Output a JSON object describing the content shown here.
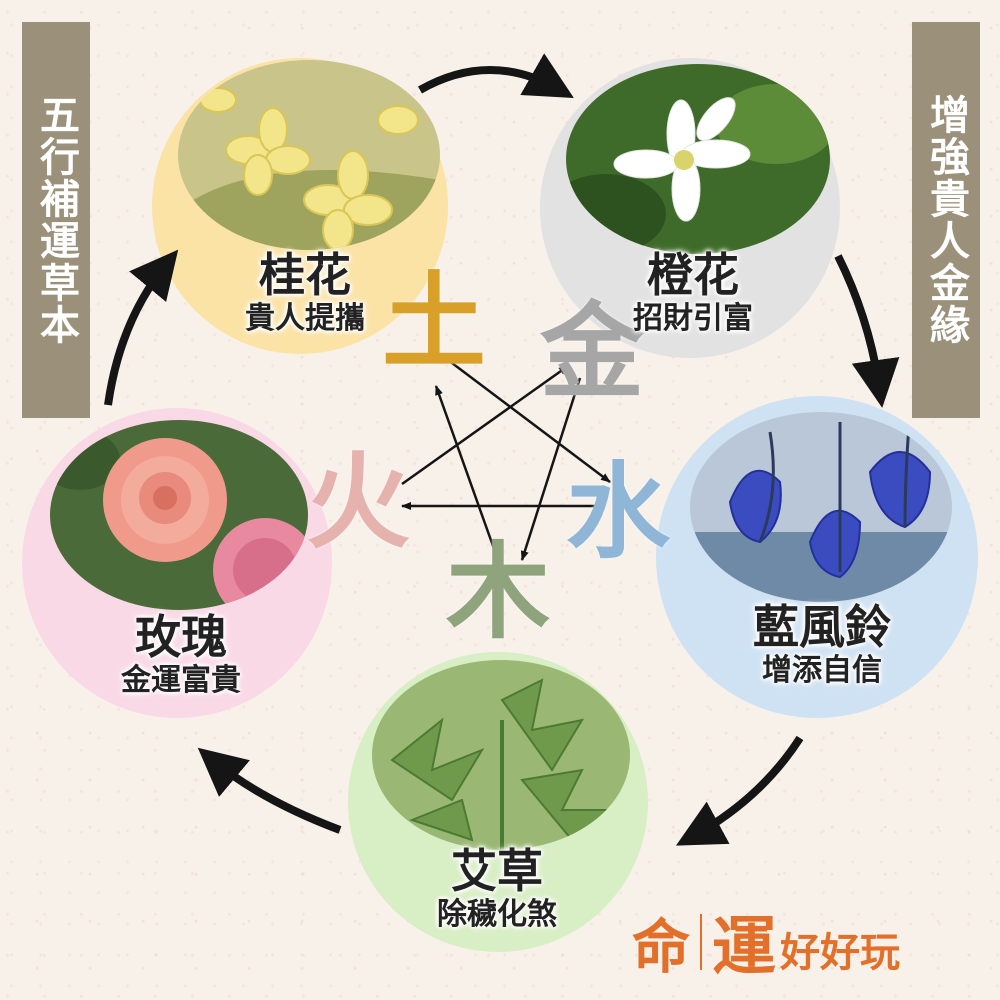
{
  "banners": {
    "left": "五行補運草本",
    "right": "增強貴人金緣"
  },
  "nodes": {
    "osmanthus": {
      "title": "桂花",
      "subtitle": "貴人提攜"
    },
    "orange_blossom": {
      "title": "橙花",
      "subtitle": "招財引富"
    },
    "bluebell": {
      "title": "藍風鈴",
      "subtitle": "增添自信"
    },
    "mugwort": {
      "title": "艾草",
      "subtitle": "除穢化煞"
    },
    "rose": {
      "title": "玫瑰",
      "subtitle": "金運富貴"
    }
  },
  "elements": {
    "earth": "土",
    "metal": "金",
    "water": "水",
    "wood": "木",
    "fire": "火"
  },
  "brand": {
    "ming": "命",
    "yun": "運",
    "rest": "好好玩"
  },
  "colors": {
    "banner": "#9b917b",
    "osmanthus_ring": "#fbe3a6",
    "orange_blossom_ring": "#e2e2e2",
    "bluebell_ring": "#cfe2f3",
    "mugwort_ring": "#d8eec4",
    "rose_ring": "#f9d9e6",
    "brand": "#e2702a"
  }
}
